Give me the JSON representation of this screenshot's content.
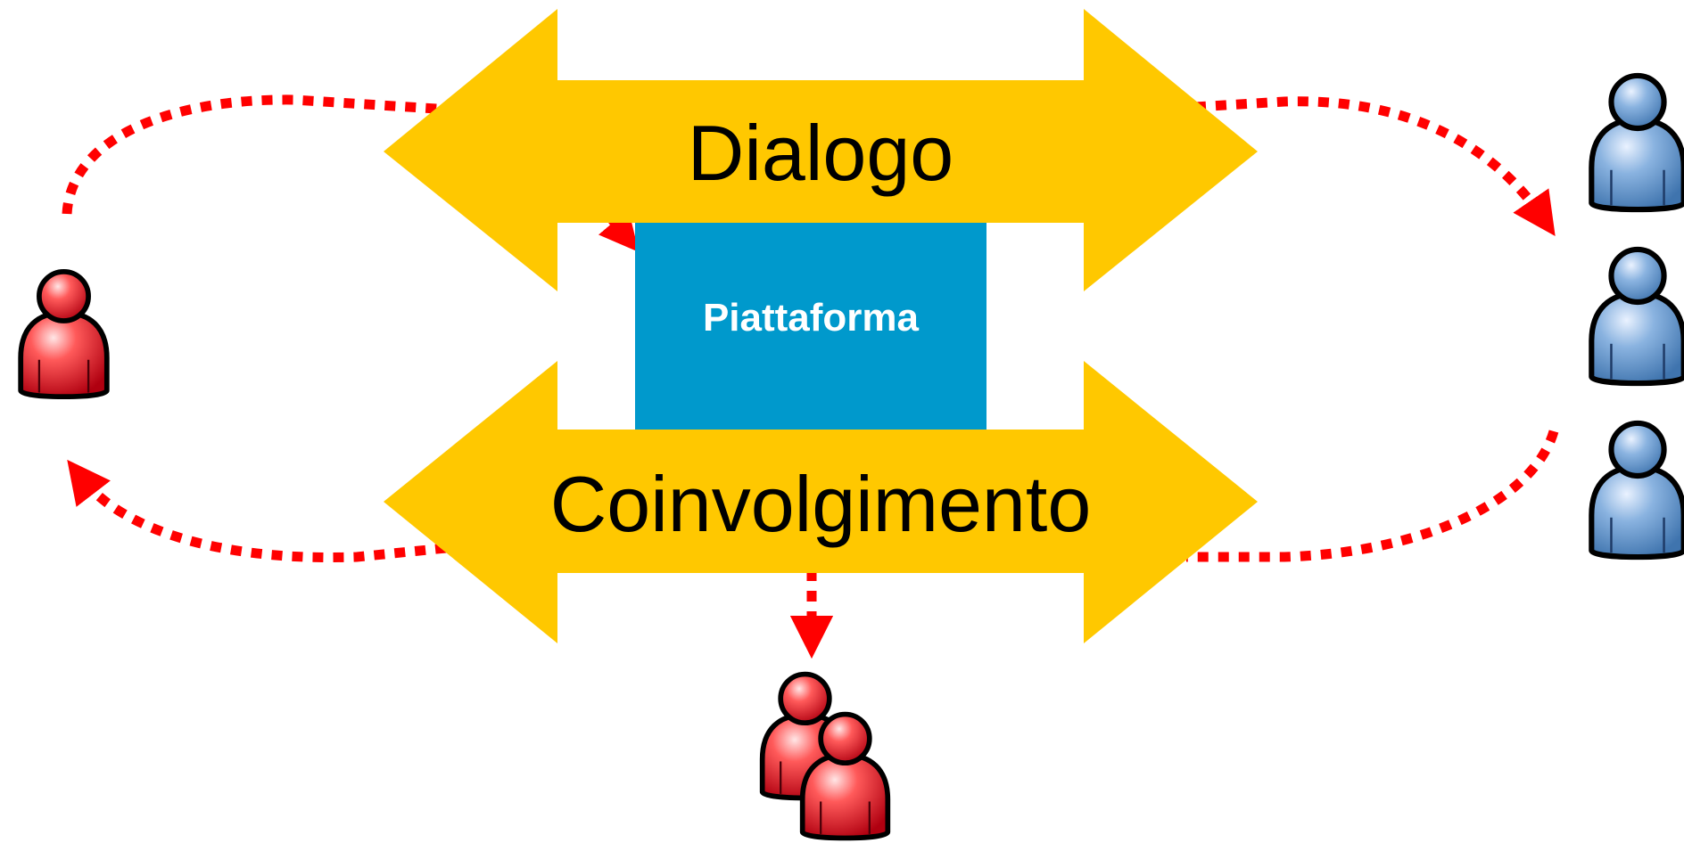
{
  "dialogo_label": "Dialogo",
  "coinvolgimento_label": "Coinvolgimento",
  "piattaforma_label": "Piattaforma",
  "colors": {
    "arrow": "#FFC800",
    "box": "#0099CC",
    "connector": "#FF0000",
    "person_red": "#E8121E",
    "person_blue": "#5B93C9"
  },
  "icons": {
    "person_red": "person-red-icon",
    "person_blue": "person-blue-icon",
    "group_red": "person-group-red-icon"
  }
}
